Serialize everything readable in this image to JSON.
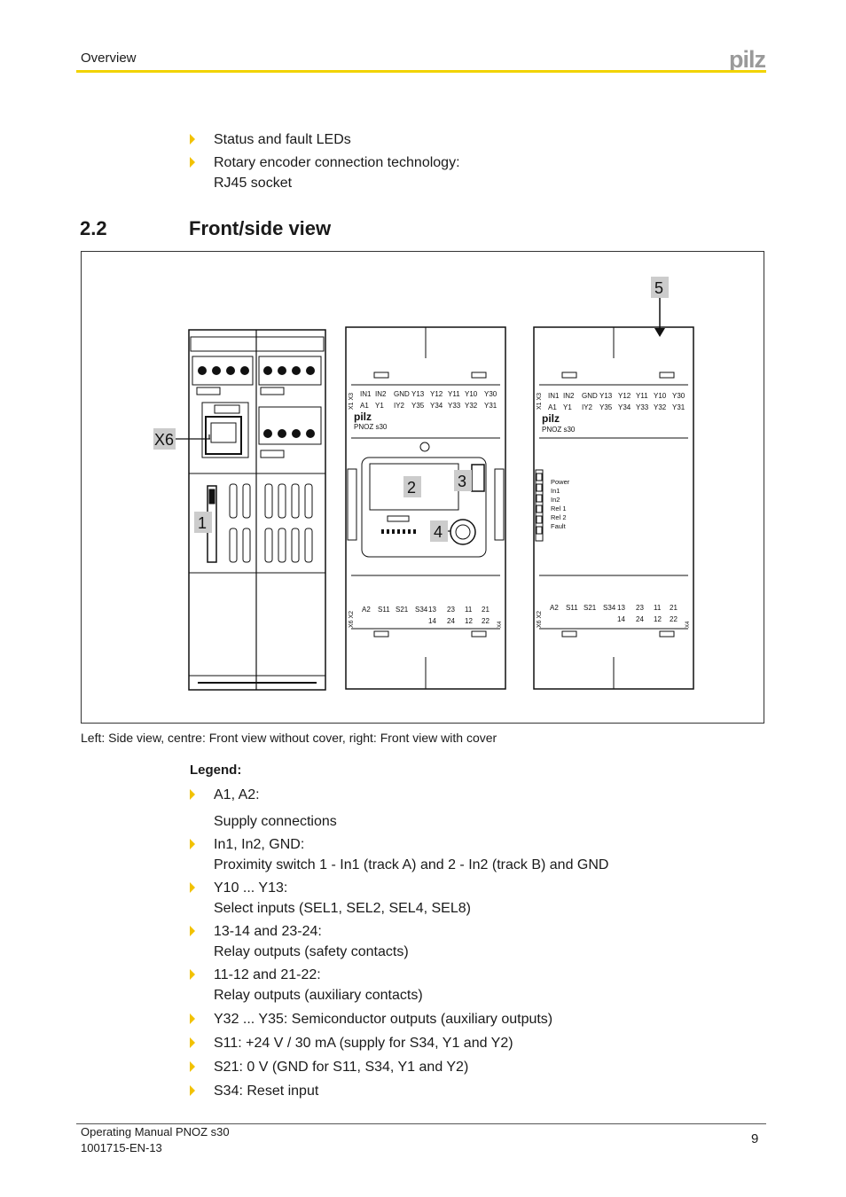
{
  "header": {
    "section": "Overview",
    "logo": "pilz"
  },
  "intro_bullets": [
    {
      "line1": "Status and fault LEDs"
    },
    {
      "line1": "Rotary encoder connection technology:",
      "line2": "RJ45 socket"
    }
  ],
  "section": {
    "number": "2.2",
    "title": "Front/side view"
  },
  "figure": {
    "callouts": {
      "x6": "X6",
      "one": "1",
      "two": "2",
      "three": "3",
      "four": "4",
      "five": "5"
    },
    "side_labels": [
      "X1",
      "X2",
      "X3"
    ],
    "top_row1": [
      "IN1",
      "IN2",
      "GND",
      "Y13",
      "Y12",
      "Y11",
      "Y10",
      "Y30"
    ],
    "top_row2": [
      "A1",
      "Y1",
      "IY2",
      "Y35",
      "Y34",
      "Y33",
      "Y32",
      "Y31"
    ],
    "bottom_row1": [
      "A2",
      "S11",
      "S21",
      "S34",
      "13",
      "23",
      "11",
      "21"
    ],
    "bottom_row2": [
      "14",
      "24",
      "12",
      "22"
    ],
    "device_name": "PNOZ s30",
    "brand": "pilz",
    "x_top": "X1  X3",
    "x_bot": "X6  X2",
    "x4": "X4",
    "led_labels": [
      "Power",
      "In1",
      "In2",
      "Rel 1",
      "Rel 2",
      "Fault"
    ]
  },
  "caption": "Left: Side view, centre: Front view without cover, right: Front view with cover",
  "legend": {
    "title": "Legend:",
    "items": [
      {
        "line1": "A1, A2:",
        "line2": "Supply connections"
      },
      {
        "line1": "In1, In2, GND:",
        "line2": "Proximity switch 1 - In1 (track A) and 2 - In2 (track B) and GND"
      },
      {
        "line1": "Y10 ... Y13:",
        "line2": "Select inputs (SEL1, SEL2, SEL4, SEL8)"
      },
      {
        "line1": "13-14 and 23-24:",
        "line2": "Relay outputs (safety contacts)"
      },
      {
        "line1": "11-12 and 21-22:",
        "line2": "Relay outputs (auxiliary contacts)"
      },
      {
        "line1": "Y32 ... Y35: Semiconductor outputs (auxiliary outputs)"
      },
      {
        "line1": "S11: +24 V / 30 mA (supply for S34, Y1 and Y2)"
      },
      {
        "line1": "S21: 0 V (GND for S11, S34, Y1 and Y2)"
      },
      {
        "line1": "S34: Reset input"
      }
    ]
  },
  "footer": {
    "manual": "Operating Manual PNOZ s30",
    "doc_number": "1001715-EN-13",
    "page": "9"
  }
}
